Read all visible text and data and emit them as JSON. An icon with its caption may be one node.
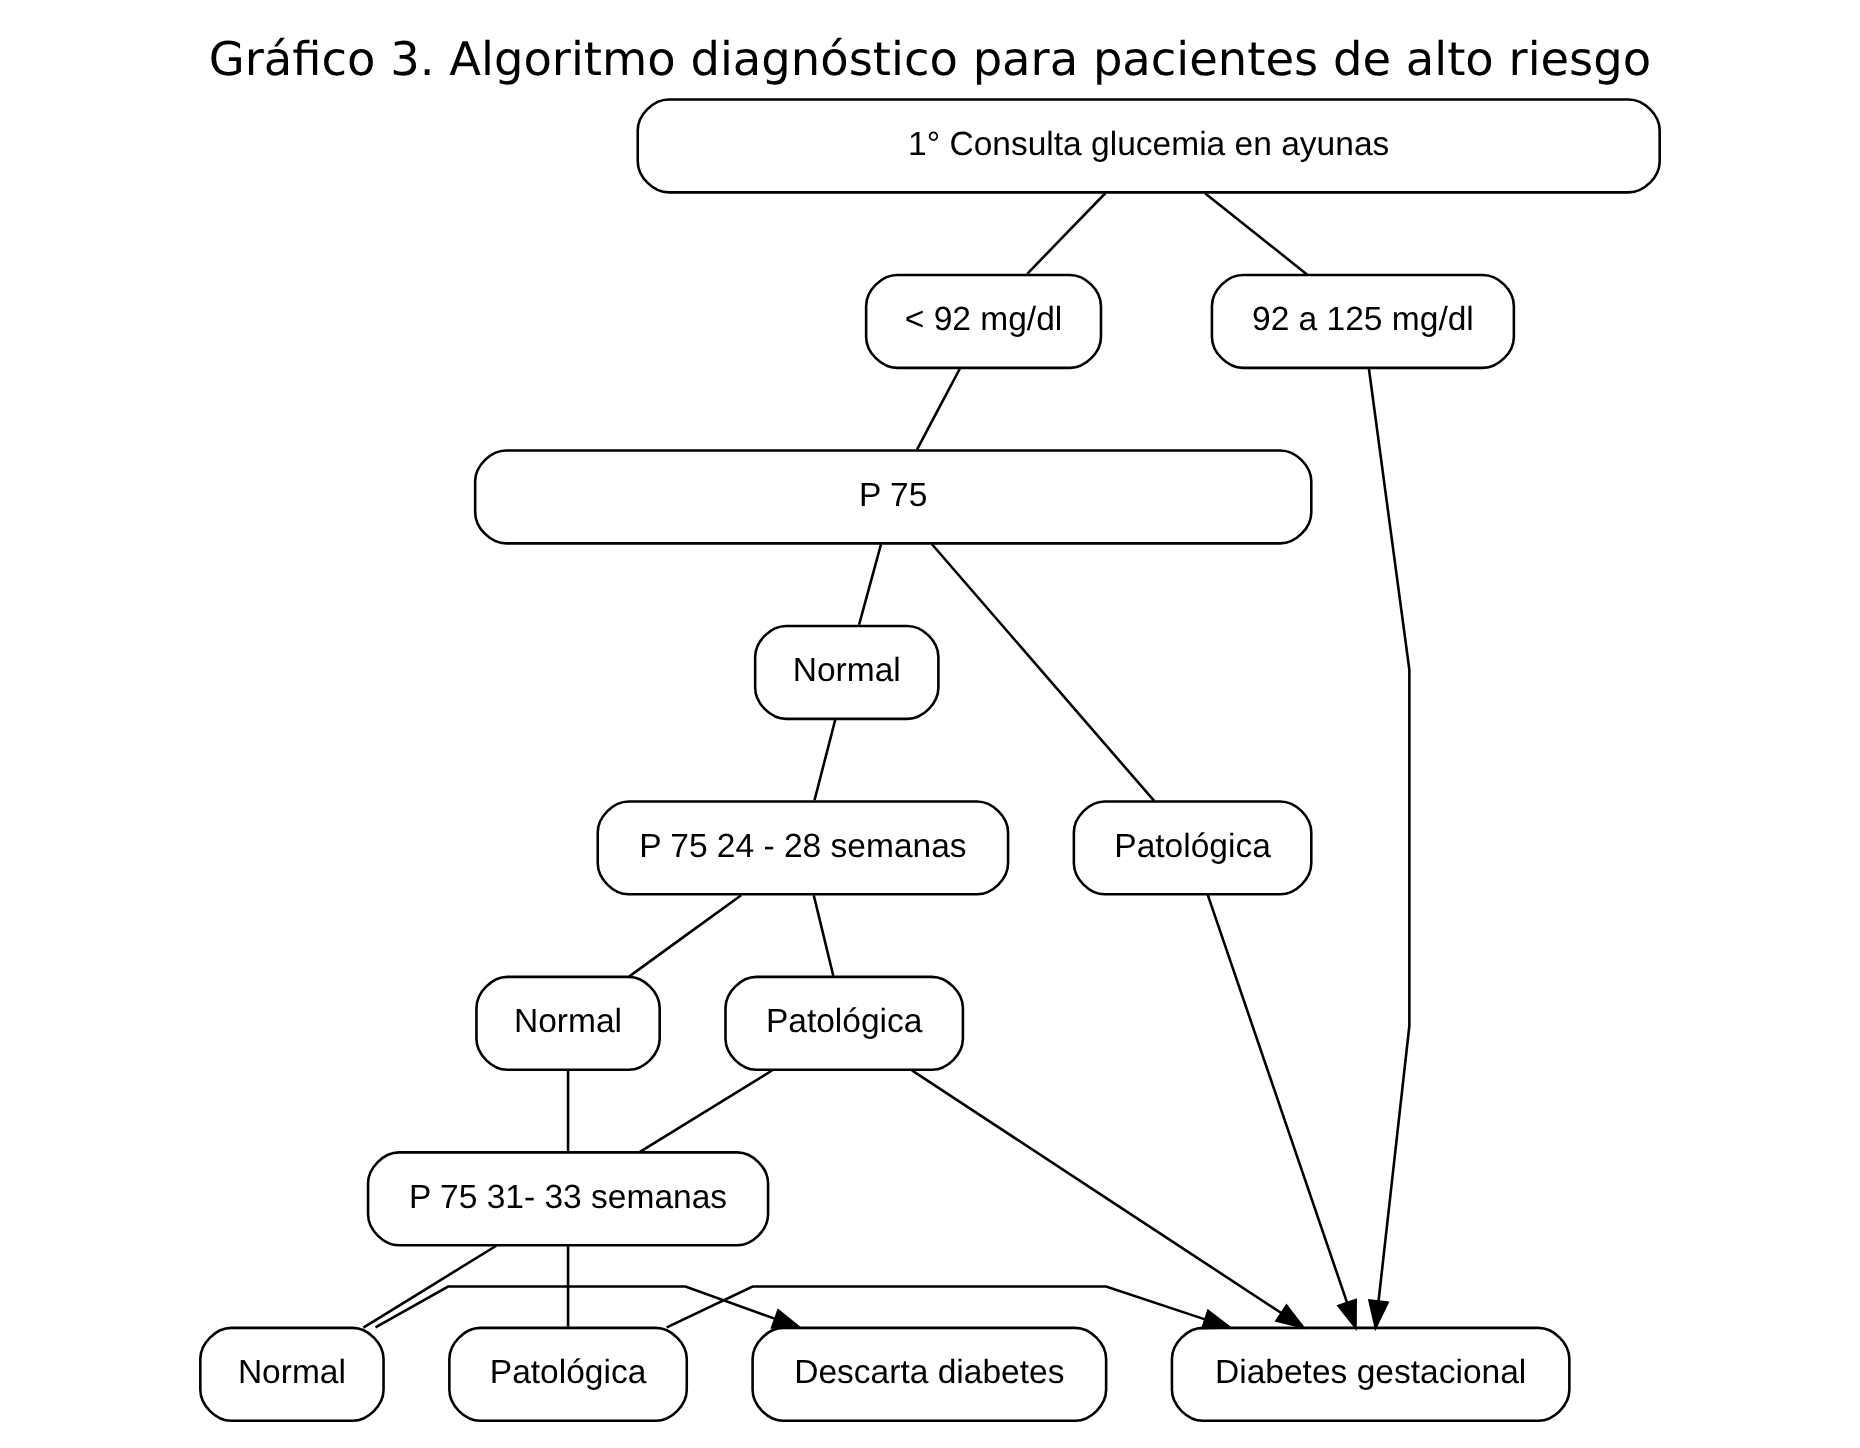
{
  "diagram": {
    "title": "Gráfico 3. Algoritmo diagnóstico para pacientes de alto riesgo",
    "nodes": [
      {
        "text": [
          "1° Consulta glucemia en ayunas"
        ]
      },
      {
        "text": [
          "92 a 125 mg/dl"
        ]
      },
      {
        "text": [
          "< 92 mg/dl"
        ]
      },
      {
        "text": [
          "P 75"
        ]
      },
      {
        "text": [
          "Patológica"
        ]
      },
      {
        "text": [
          "Normal"
        ]
      },
      {
        "text": [
          "P 75 24 - 28 semanas"
        ]
      },
      {
        "text": [
          "Patológica"
        ]
      },
      {
        "text": [
          "Normal"
        ]
      },
      {
        "text": [
          "P 75 31- 33 semanas"
        ]
      },
      {
        "text": [
          "Patológica"
        ]
      },
      {
        "text": [
          "Normal"
        ]
      },
      {
        "text": [
          "Diabetes gestacional"
        ]
      },
      {
        "text": [
          "Descarta diabetes"
        ]
      }
    ],
    "edges": [
      {
        "from": 0,
        "to": 1,
        "arrow": "none"
      },
      {
        "from": 0,
        "to": 2,
        "arrow": "none"
      },
      {
        "from": 2,
        "to": 3,
        "arrow": "none"
      },
      {
        "from": 3,
        "to": 4,
        "arrow": "none"
      },
      {
        "from": 3,
        "to": 5,
        "arrow": "none"
      },
      {
        "from": 5,
        "to": 6,
        "arrow": "none"
      },
      {
        "from": 6,
        "to": 7,
        "arrow": "none"
      },
      {
        "from": 6,
        "to": 8,
        "arrow": "none"
      },
      {
        "from": 7,
        "to": 9,
        "arrow": "none"
      },
      {
        "from": 8,
        "to": 9,
        "arrow": "none"
      },
      {
        "from": 9,
        "to": 10,
        "arrow": "none"
      },
      {
        "from": 9,
        "to": 11,
        "arrow": "none"
      },
      {
        "from": 1,
        "to": 12,
        "arrow": "to"
      },
      {
        "from": 4,
        "to": 12,
        "arrow": "to"
      },
      {
        "from": 7,
        "to": 12,
        "arrow": "to"
      },
      {
        "from": 10,
        "to": 12,
        "arrow": "to"
      },
      {
        "from": 11,
        "to": 13,
        "arrow": "to"
      }
    ]
  }
}
